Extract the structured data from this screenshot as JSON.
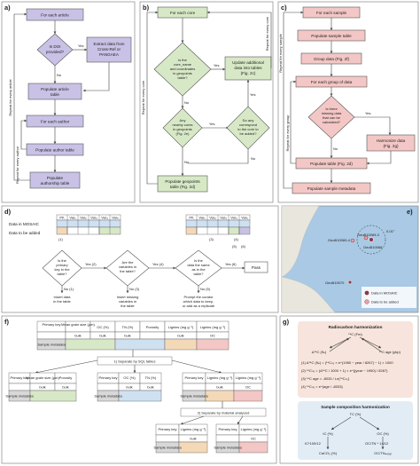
{
  "panels": {
    "a": {
      "label": "a)",
      "nodes": {
        "for_each_article": "For each article",
        "doi_q1": "Is DOI",
        "doi_q2": "provided?",
        "extract1": "Extract data from",
        "extract2": "Cross-Ref or",
        "extract3": "PANGAEA",
        "pop_article1": "Populate article",
        "pop_article2": "table",
        "for_each_author": "For each author",
        "pop_author": "Populate author table",
        "pop_auth1": "Populate",
        "pop_auth2": "authorship table"
      },
      "edges": {
        "yes": "Yes",
        "no": "No"
      },
      "side": {
        "repeat_article": "Repeat for every article",
        "repeat_author": "Repeat for every author"
      }
    },
    "b": {
      "label": "b)",
      "nodes": {
        "for_each_core": "For each core",
        "q1_1": "Is the",
        "q1_2": "core_name",
        "q1_3": "and coordinates",
        "q1_4": "in geopoints",
        "q1_5": "table?",
        "upd1": "Update additional",
        "upd2": "data into tables",
        "upd3": "(Fig. 2c)",
        "q2_1": "Any",
        "q2_2": "nearby cores",
        "q2_3": "in geopoints",
        "q2_4": "(Fig. 2e)",
        "q3_1": "Do any",
        "q3_2": "correspond",
        "q3_3": "to the core to",
        "q3_4": "be added?",
        "pop1": "Populate geopoints",
        "pop2": "table (Fig. 2d)"
      },
      "edges": {
        "yes": "Yes",
        "no": "No"
      },
      "side": {
        "repeat_core": "Repeat for every core",
        "repeat_core2": "Repeat for every core"
      }
    },
    "c": {
      "label": "c)",
      "nodes": {
        "for_each_sample": "For each sample",
        "pop_sample": "Populate sample table",
        "group": "Group data (Fig. 2f)",
        "for_each_group": "For each group of data",
        "q1": "Is there",
        "q2": "missing data",
        "q3": "that can be",
        "q4": "calculated?",
        "harm1": "Harmonize data",
        "harm2": "(Fig. 2g)",
        "pop_table": "Populate table (Fig. 2d)",
        "pop_meta": "Populate sample metadata"
      },
      "edges": {
        "yes": "Yes",
        "no": "No"
      },
      "side": {
        "repeat_sample": "Repeat for every sample",
        "repeat_group": "Repeat for every group"
      }
    },
    "d": {
      "label": "d)",
      "legend": {
        "mosaic": "Data in MOSAIC",
        "added": "Data to be added"
      },
      "headers": [
        "PK",
        "Var₁",
        "Var₂",
        "Var₃",
        "Var₄",
        "Var₅"
      ],
      "marks": [
        "(1)",
        "(3)",
        "(4)",
        "(5)",
        "(6)"
      ],
      "q1": [
        "Is the",
        "primary",
        "key in the",
        "table?"
      ],
      "q2": [
        "Are the",
        "variables in",
        "the table?"
      ],
      "q3": [
        "Is the",
        "data the same",
        "as in the",
        "table?"
      ],
      "pass": "Pass",
      "steps": {
        "s2": "Yes (2)",
        "s4": "Yes (4)",
        "s6": "Yes (6)",
        "no1": "No (1)",
        "no3": "No (3)",
        "no5": "No (5)"
      },
      "insert1": [
        "Insert data",
        "in the table"
      ],
      "insert2": [
        "Insert missing",
        "variables in",
        "the table"
      ],
      "prompt": [
        "Prompt the curator",
        "which data to keep,",
        "or add as a replicate"
      ]
    },
    "e": {
      "label": "e)",
      "points": [
        "GeoB10069-4",
        "GeoB10069-3",
        "GeoB10068",
        "GeoB10070"
      ],
      "radius": "0.01°",
      "legend": {
        "mosaic": "Data in MOSAIC",
        "added": "Data to be added"
      }
    },
    "f": {
      "label": "f)",
      "top_headers": [
        "Primary key",
        "Mean grain size (µm)",
        "OC (%)",
        "TN (%)",
        "Porosity",
        "Lignins (mg g⁻¹)",
        "Lignins (mg g⁻¹)"
      ],
      "top_row": [
        "bulk",
        "bulk",
        "bulk",
        "bulk",
        "OC"
      ],
      "meta": "Sample metadata",
      "sep1": "1) Separate by SQL tables",
      "sep2": "2) Separate by material analyzed",
      "t1": [
        "Primary key",
        "Mean grain size (µm)",
        "Porosity",
        "bulk",
        "bulk"
      ],
      "t2": [
        "Primary key",
        "OC (%)",
        "TN (%)",
        "bulk",
        "bulk"
      ],
      "t3": [
        "Primary key",
        "Lignins (mg g⁻¹)",
        "Lignins (mg g⁻¹)",
        "bulk",
        "OC"
      ],
      "t4": [
        "Primary key",
        "Lignins (mg g⁻¹)",
        "bulk"
      ],
      "t5": [
        "Primary key",
        "Lignins (mg g⁻¹)",
        "OC"
      ]
    },
    "g": {
      "label": "g)",
      "rc_title": "Radiocarbon harmonization",
      "rc_top": "¹⁴C (Fm)",
      "rc_d14": "Δ¹⁴C (‰)",
      "rc_age": "¹⁴C age (ybp)",
      "rc_f1": "(1) Δ¹⁴C (‰) = (¹⁴Cₙ₀ × e^(1950 − year / 8267) − 1) × 1000",
      "rc_f2": "(2) ¹⁴Cₙ₀ = (Δ¹⁴C / 1000 + 1) × e^((year − 1950) / 8267)",
      "rc_f3": "(3) ¹⁴C age = -8033 / Ln(¹⁴Cₙ₀)",
      "rc_f4": "(4) ¹⁴Cₙ₀ = e^(age / -8033)",
      "sc_title": "Sample composition harmonization",
      "sc_tc": "TC (%)",
      "sc_ic": "IC (%)",
      "sc_oc": "OC (%)",
      "sc_caco3": "CaCO₃ (%)",
      "sc_octn": "OC/TNₘₒₗₐᵣ",
      "sc_e1": "IC*100/12",
      "sc_e2": "OC/TN * 14/12"
    }
  },
  "colors": {
    "purple": "#c9c2e6",
    "green": "#d7e8c6",
    "pink": "#f3c7c5",
    "blue": "#cfe0f1",
    "orange": "#f4d9b8",
    "grey": "#d8d8d8",
    "rc_bg": "#f7e4dc",
    "sc_bg": "#e2ecf5"
  }
}
